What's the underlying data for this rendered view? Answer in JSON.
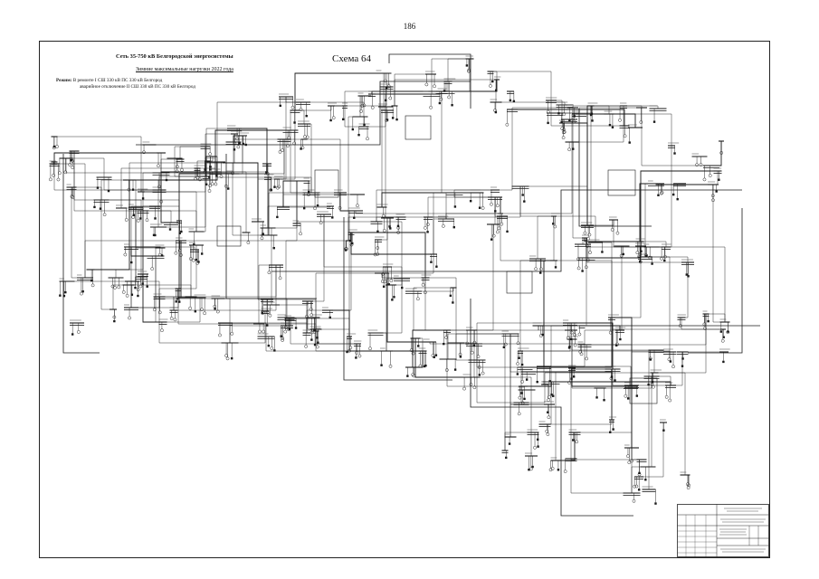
{
  "page": {
    "number": "186"
  },
  "header": {
    "title": "Сеть 35-750 кВ Белгородской энергосистемы",
    "subtitle": "Зимние максимальные нагрузки 2022 года",
    "scheme": "Схема 64"
  },
  "regime": {
    "label": "Режим:",
    "line1": "В ремонте I СШ 330 кВ ПС 330 кВ Белгород",
    "line2": "аварийное отключение II СШ 330 кВ ПС 330 кВ Белгород"
  },
  "colors": {
    "ink": "#1a1a1a",
    "paper": "#ffffff"
  }
}
